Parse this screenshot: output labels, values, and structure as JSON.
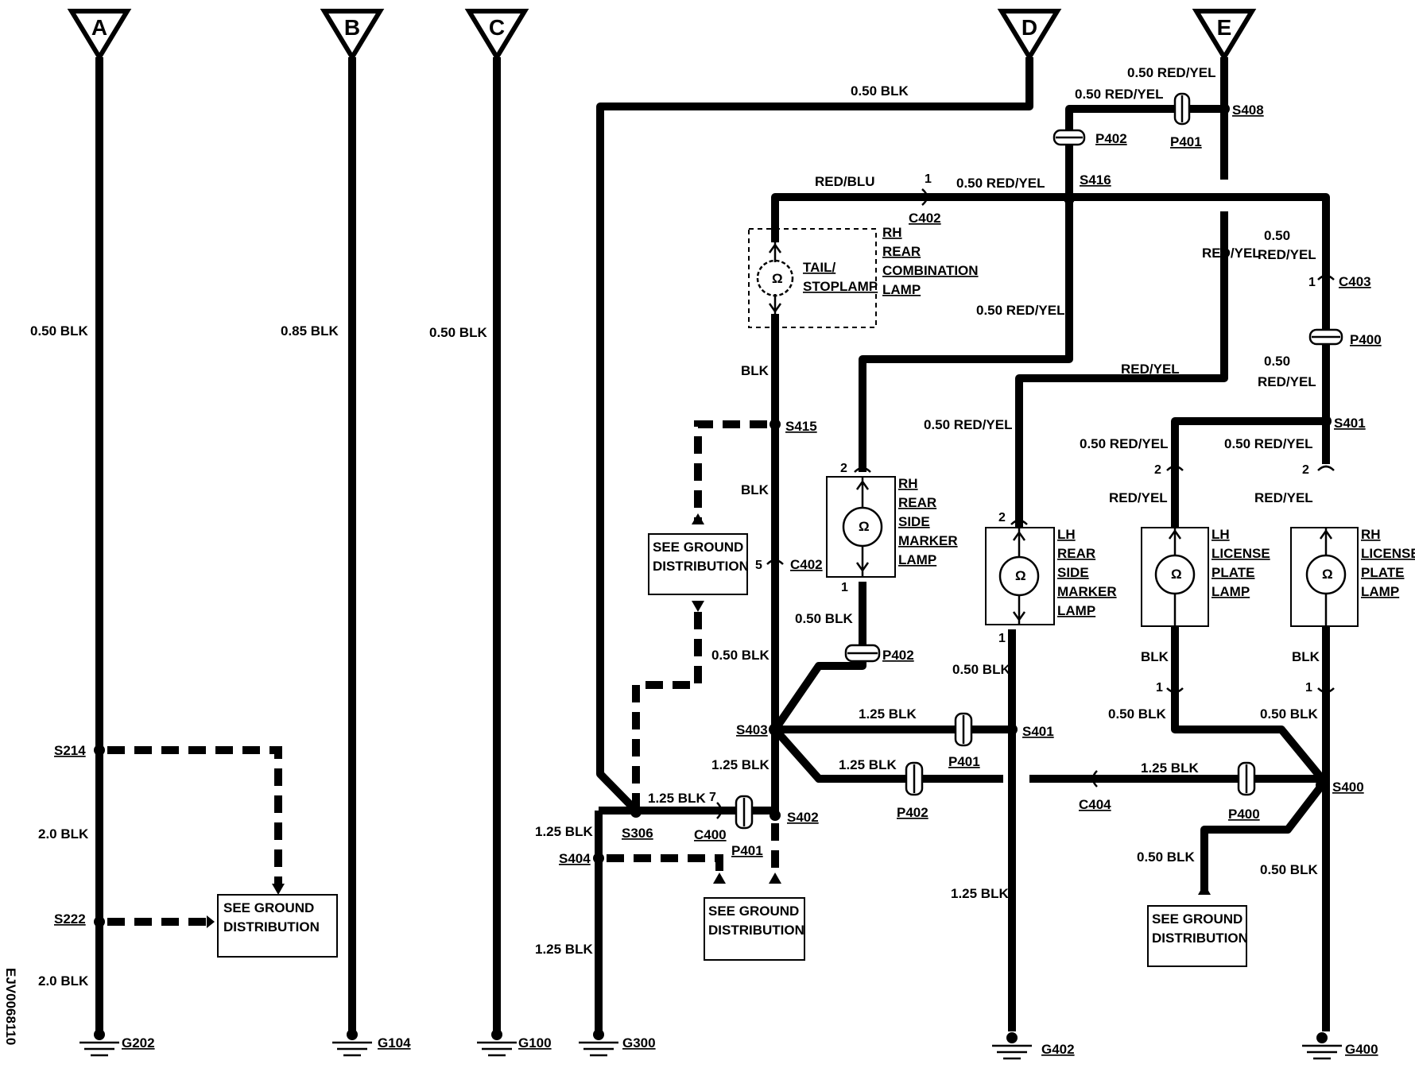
{
  "diagram_code": "EJV0068110",
  "terminals": [
    "A",
    "B",
    "C",
    "D",
    "E"
  ],
  "wire_labels": {
    "a_top": "0.50 BLK",
    "a_mid": "2.0 BLK",
    "a_bot": "2.0 BLK",
    "b": "0.85 BLK",
    "c": "0.50 BLK",
    "d_top": "0.50 BLK",
    "e_top": "0.50 RED/YEL",
    "e_p402": "0.50 RED/YEL",
    "tail_feed": "RED/BLU",
    "s416_left": "0.50 RED/YEL",
    "rh_side_feed": "0.50 RED/YEL",
    "lh_side_feed_a": "RED/YEL",
    "lh_side_feed_b": "0.50 RED/YEL",
    "c403_top": "0.50",
    "c403_top2": "RED/YEL",
    "c403_bot": "0.50",
    "c403_bot2": "RED/YEL",
    "lh_lic_feed": "0.50 RED/YEL",
    "lh_lic_feed2": "RED/YEL",
    "rh_lic_feed": "0.50 RED/YEL",
    "rh_lic_feed2": "RED/YEL",
    "tail_gnd": "BLK",
    "s415_below": "BLK",
    "c402_below": "0.50 BLK",
    "rh_side_gnd": "0.50 BLK",
    "s403_s401": "1.25 BLK",
    "s403_down": "1.25 BLK",
    "s403_p402": "1.25 BLK",
    "lh_side_gnd": "0.50 BLK",
    "g402_wire": "1.25 BLK",
    "c404_wire": "1.25 BLK",
    "lh_lic_gnd": "BLK",
    "lh_lic_gnd2": "0.50 BLK",
    "rh_lic_gnd": "BLK",
    "rh_lic_gnd2": "0.50 BLK",
    "s306_c400": "1.25 BLK",
    "s404_left": "1.25 BLK",
    "g300_wire": "1.25 BLK",
    "s400_gnd_dist": "0.50 BLK",
    "g400_wire": "0.50 BLK"
  },
  "splices": [
    "S214",
    "S222",
    "S306",
    "S402",
    "S403",
    "S404",
    "S415",
    "S416",
    "S408",
    "S401",
    "S401",
    "S400"
  ],
  "connectors": {
    "c402_top": "C402",
    "c402_top_pin": "1",
    "c402_mid": "C402",
    "c402_mid_pin": "5",
    "c403": "C403",
    "c403_pin": "1",
    "c404": "C404",
    "c400": "C400",
    "c400_pin": "7",
    "p401_top": "P401",
    "p402_top": "P402",
    "p400_top": "P400",
    "p402_mid": "P402",
    "p401_mid": "P401",
    "p402_bot": "P402",
    "p401_bot": "P401",
    "p400_bot": "P400"
  },
  "pins": {
    "rh_side_2": "2",
    "rh_side_1": "1",
    "lh_side_2": "2",
    "lh_side_1": "1",
    "lh_lic_2": "2",
    "lh_lic_1": "1",
    "rh_lic_2": "2",
    "rh_lic_1": "1"
  },
  "components": {
    "tail_lamp": [
      "TAIL/",
      "STOPLAMP"
    ],
    "rh_rear_combo": [
      "RH",
      "REAR",
      "COMBINATION",
      "LAMP"
    ],
    "rh_side_marker": [
      "RH",
      "REAR",
      "SIDE",
      "MARKER",
      "LAMP"
    ],
    "lh_side_marker": [
      "LH",
      "REAR",
      "SIDE",
      "MARKER",
      "LAMP"
    ],
    "lh_license": [
      "LH",
      "LICENSE",
      "PLATE",
      "LAMP"
    ],
    "rh_license": [
      "RH",
      "LICENSE",
      "PLATE",
      "LAMP"
    ]
  },
  "ground_distribution": [
    "SEE GROUND",
    "DISTRIBUTION"
  ],
  "grounds": [
    "G202",
    "G104",
    "G100",
    "G300",
    "G402",
    "G400"
  ]
}
